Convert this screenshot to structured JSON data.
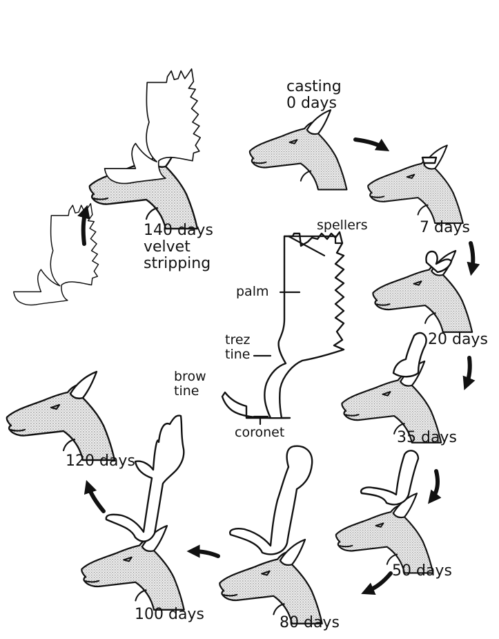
{
  "stages": [
    {
      "id": "s0",
      "label_lines": [
        "casting",
        "0 days"
      ]
    },
    {
      "id": "s7",
      "label_lines": [
        "7 days"
      ]
    },
    {
      "id": "s20",
      "label_lines": [
        "20 days"
      ]
    },
    {
      "id": "s35",
      "label_lines": [
        "35 days"
      ]
    },
    {
      "id": "s50",
      "label_lines": [
        "50 days"
      ]
    },
    {
      "id": "s80",
      "label_lines": [
        "80 days"
      ]
    },
    {
      "id": "s100",
      "label_lines": [
        "100 days"
      ]
    },
    {
      "id": "s120",
      "label_lines": [
        "120 days"
      ]
    },
    {
      "id": "s140",
      "label_lines": [
        "140 days",
        "velvet",
        "stripping"
      ]
    }
  ],
  "antler_parts": {
    "spellers": "spellers",
    "palm": "palm",
    "trez_tine": [
      "trez",
      "tine"
    ],
    "brow_tine": [
      "brow",
      "tine"
    ],
    "coronet": "coronet"
  }
}
